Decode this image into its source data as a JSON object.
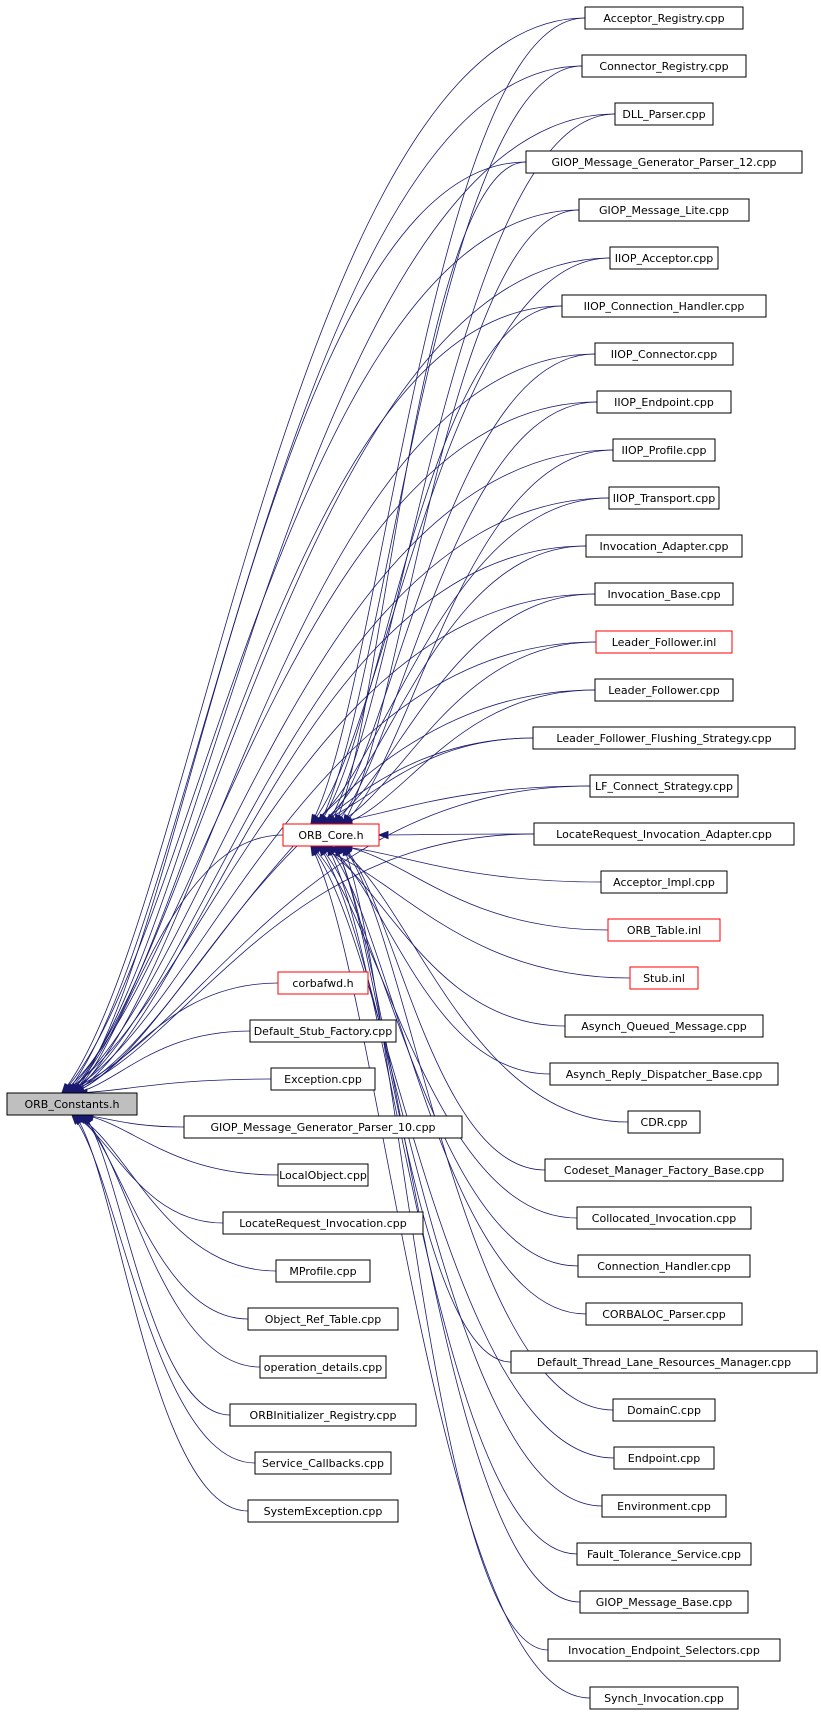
{
  "nodes": {
    "root": {
      "label": "ORB_Constants.h",
      "style": "gray"
    },
    "core": {
      "label": "ORB_Core.h",
      "style": "red"
    },
    "core_children": [
      {
        "label": "Acceptor_Registry.cpp",
        "style": "normal"
      },
      {
        "label": "Connector_Registry.cpp",
        "style": "normal"
      },
      {
        "label": "DLL_Parser.cpp",
        "style": "normal"
      },
      {
        "label": "GIOP_Message_Generator_Parser_12.cpp",
        "style": "normal"
      },
      {
        "label": "GIOP_Message_Lite.cpp",
        "style": "normal"
      },
      {
        "label": "IIOP_Acceptor.cpp",
        "style": "normal"
      },
      {
        "label": "IIOP_Connection_Handler.cpp",
        "style": "normal"
      },
      {
        "label": "IIOP_Connector.cpp",
        "style": "normal"
      },
      {
        "label": "IIOP_Endpoint.cpp",
        "style": "normal"
      },
      {
        "label": "IIOP_Profile.cpp",
        "style": "normal"
      },
      {
        "label": "IIOP_Transport.cpp",
        "style": "normal"
      },
      {
        "label": "Invocation_Adapter.cpp",
        "style": "normal"
      },
      {
        "label": "Invocation_Base.cpp",
        "style": "normal"
      },
      {
        "label": "Leader_Follower.inl",
        "style": "red"
      },
      {
        "label": "Leader_Follower.cpp",
        "style": "normal"
      },
      {
        "label": "Leader_Follower_Flushing_Strategy.cpp",
        "style": "normal"
      },
      {
        "label": "LF_Connect_Strategy.cpp",
        "style": "normal"
      },
      {
        "label": "LocateRequest_Invocation_Adapter.cpp",
        "style": "normal"
      },
      {
        "label": "Acceptor_Impl.cpp",
        "style": "normal"
      },
      {
        "label": "ORB_Table.inl",
        "style": "red"
      },
      {
        "label": "Stub.inl",
        "style": "red"
      },
      {
        "label": "Asynch_Queued_Message.cpp",
        "style": "normal"
      },
      {
        "label": "Asynch_Reply_Dispatcher_Base.cpp",
        "style": "normal"
      },
      {
        "label": "CDR.cpp",
        "style": "normal"
      },
      {
        "label": "Codeset_Manager_Factory_Base.cpp",
        "style": "normal"
      },
      {
        "label": "Collocated_Invocation.cpp",
        "style": "normal"
      },
      {
        "label": "Connection_Handler.cpp",
        "style": "normal"
      },
      {
        "label": "CORBALOC_Parser.cpp",
        "style": "normal"
      },
      {
        "label": "Default_Thread_Lane_Resources_Manager.cpp",
        "style": "normal"
      },
      {
        "label": "DomainC.cpp",
        "style": "normal"
      },
      {
        "label": "Endpoint.cpp",
        "style": "normal"
      },
      {
        "label": "Environment.cpp",
        "style": "normal"
      },
      {
        "label": "Fault_Tolerance_Service.cpp",
        "style": "normal"
      },
      {
        "label": "GIOP_Message_Base.cpp",
        "style": "normal"
      },
      {
        "label": "Invocation_Endpoint_Selectors.cpp",
        "style": "normal"
      },
      {
        "label": "Synch_Invocation.cpp",
        "style": "normal"
      }
    ],
    "root_children": [
      {
        "label": "corbafwd.h",
        "style": "red"
      },
      {
        "label": "Default_Stub_Factory.cpp",
        "style": "normal"
      },
      {
        "label": "Exception.cpp",
        "style": "normal"
      },
      {
        "label": "GIOP_Message_Generator_Parser_10.cpp",
        "style": "normal"
      },
      {
        "label": "LocalObject.cpp",
        "style": "normal"
      },
      {
        "label": "LocateRequest_Invocation.cpp",
        "style": "normal"
      },
      {
        "label": "MProfile.cpp",
        "style": "normal"
      },
      {
        "label": "Object_Ref_Table.cpp",
        "style": "normal"
      },
      {
        "label": "operation_details.cpp",
        "style": "normal"
      },
      {
        "label": "ORBInitializer_Registry.cpp",
        "style": "normal"
      },
      {
        "label": "Service_Callbacks.cpp",
        "style": "normal"
      },
      {
        "label": "SystemException.cpp",
        "style": "normal"
      }
    ]
  },
  "colors": {
    "edge": "#191970",
    "border": "#000000",
    "highlight_border": "#ff0000",
    "root_fill": "#bfbfbf"
  }
}
